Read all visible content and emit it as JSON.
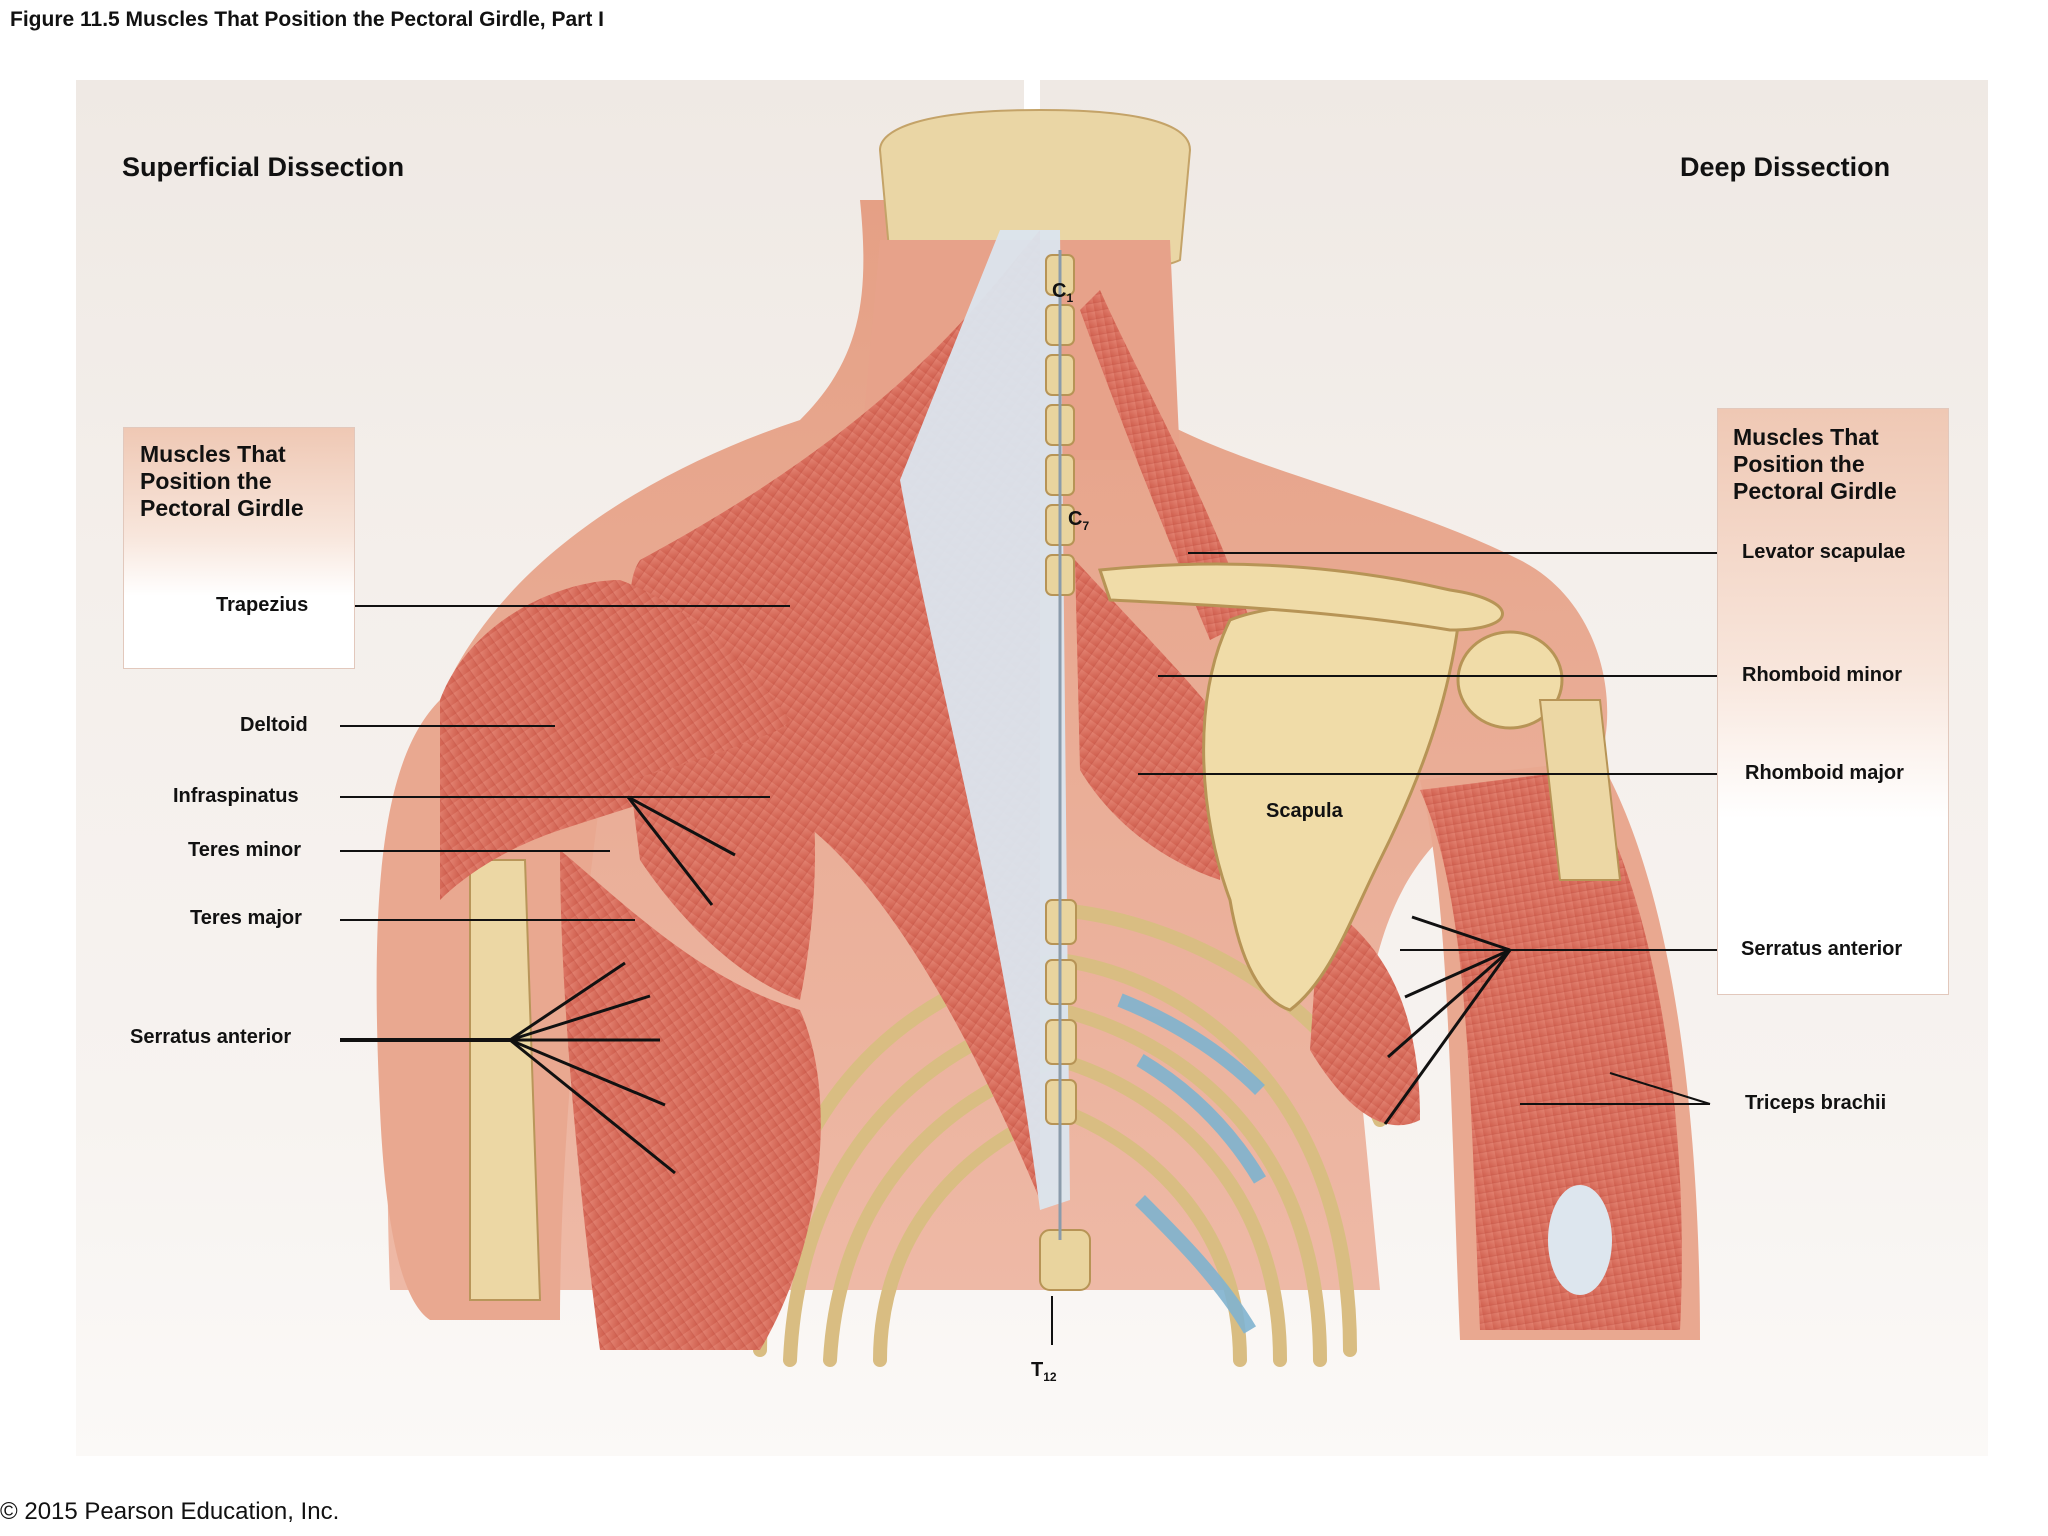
{
  "figure_title": "Figure 11.5 Muscles That Position the Pectoral Girdle, Part I",
  "copyright": "© 2015 Pearson Education, Inc.",
  "superficial": {
    "title": "Superficial Dissection",
    "box_heading": [
      "Muscles That",
      "Position the",
      "Pectoral Girdle"
    ],
    "labels": [
      "Trapezius",
      "Deltoid",
      "Infraspinatus",
      "Teres minor",
      "Teres major",
      "Serratus anterior"
    ]
  },
  "deep": {
    "title": "Deep Dissection",
    "box_heading": [
      "Muscles That",
      "Position the",
      "Pectoral Girdle"
    ],
    "labels": [
      "Levator scapulae",
      "Rhomboid minor",
      "Rhomboid major",
      "Serratus anterior",
      "Triceps brachii"
    ]
  },
  "vertebrae": {
    "c1": {
      "letter": "C",
      "sub": "1"
    },
    "c7": {
      "letter": "C",
      "sub": "7"
    },
    "t12": {
      "letter": "T",
      "sub": "12"
    }
  },
  "scapula_label": "Scapula",
  "colors": {
    "muscle": "#d9705e",
    "muscle_light": "#e9968a",
    "tendon": "#c8d7e4",
    "bone": "#ecd7a4",
    "cartilage": "#7fb3cf",
    "skin": "#e7a48e",
    "box_top": "#efc8b4"
  }
}
